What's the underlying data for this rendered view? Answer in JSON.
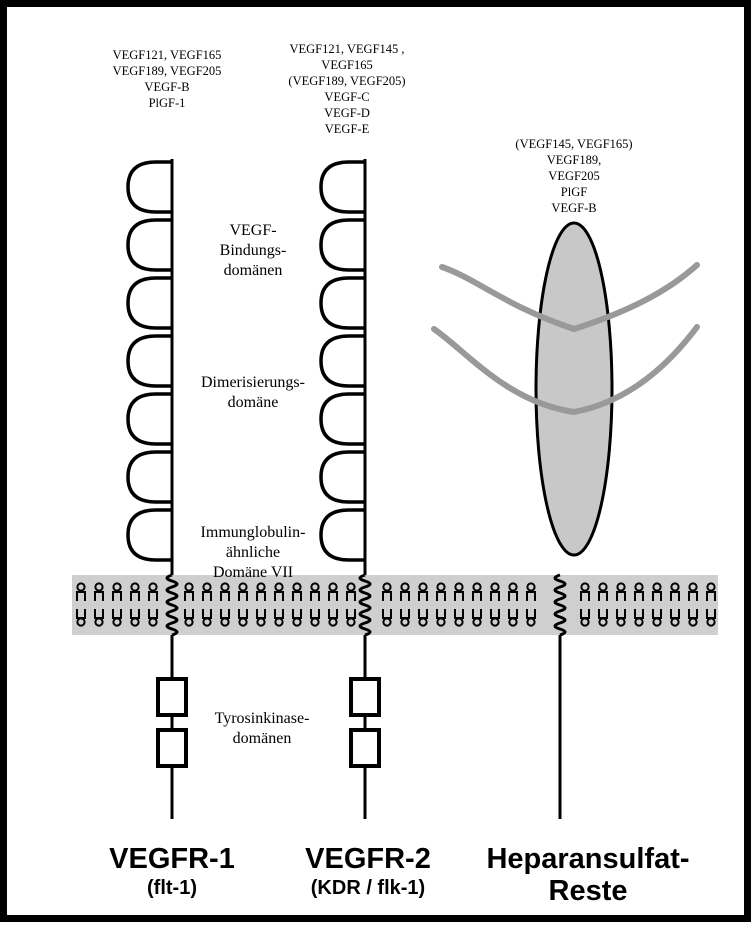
{
  "colors": {
    "stroke": "#000000",
    "membrane": "#cfcfcf",
    "heparan_ellipse": "#c8c8c8",
    "heparan_chains": "#999999",
    "background": "#ffffff"
  },
  "ligands": {
    "vegfr1": [
      "VEGF121, VEGF165",
      "VEGF189, VEGF205",
      "VEGF-B",
      "PlGF-1"
    ],
    "vegfr2": [
      "VEGF121, VEGF145 ,",
      "VEGF165",
      "(VEGF189, VEGF205)",
      "VEGF-C",
      "VEGF-D",
      "VEGF-E"
    ],
    "heparan": [
      "(VEGF145, VEGF165)",
      "VEGF189,",
      "VEGF205",
      "PlGF",
      "VEGF-B"
    ]
  },
  "domain_labels": {
    "binding": [
      "VEGF-",
      "Bindungs-",
      "domänen"
    ],
    "dimerization": [
      "Dimerisierungs-",
      "domäne"
    ],
    "immunoglobulin": [
      "Immunglobulin-",
      "ähnliche",
      "Domäne VII"
    ],
    "kinase": [
      "Tyrosinkinase-",
      "domänen"
    ]
  },
  "receptors": {
    "vegfr1": {
      "name": "VEGFR-1",
      "alias": "(flt-1)"
    },
    "vegfr2": {
      "name": "VEGFR-2",
      "alias": "(KDR / flk-1)"
    },
    "heparan": {
      "name": "Heparansulfat-",
      "alias": "Reste"
    }
  },
  "icons": {
    "ig_loop": "c-shaped-loop",
    "lipid": "phospholipid-glyph",
    "transmembrane": "wavy-helix",
    "kinase": "rectangular-box"
  }
}
